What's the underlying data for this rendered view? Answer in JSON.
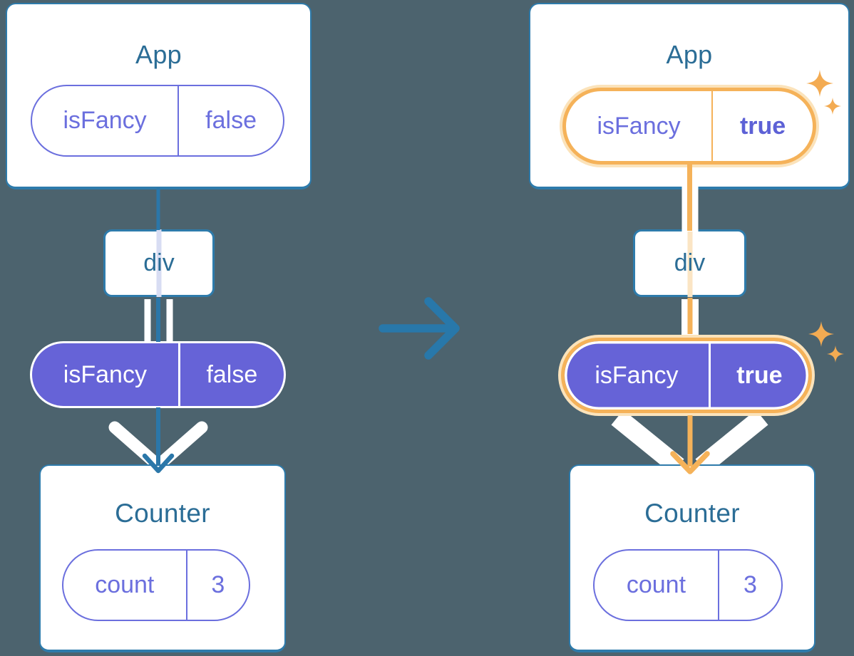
{
  "palette": {
    "background": "#4C636E",
    "teal_accent": "#2B77A9",
    "title_text": "#2B6D96",
    "purple_accent": "#6B6FDE",
    "purple_fill": "#6663D7",
    "orange_highlight": "#F5B259",
    "orange_glow": "#FBE3BB",
    "sparkle": "#F3AB52"
  },
  "icons": {
    "transition": "arrow-right-icon",
    "highlight": "sparkle-icon",
    "flow_arrowhead": "arrowhead-icon"
  },
  "before_tree": {
    "app": {
      "title": "App",
      "prop": {
        "name": "isFancy",
        "value": "false"
      }
    },
    "div_node": {
      "label": "div"
    },
    "passed_prop": {
      "name": "isFancy",
      "value": "false"
    },
    "counter": {
      "title": "Counter",
      "state": {
        "name": "count",
        "value": "3"
      }
    }
  },
  "after_tree": {
    "app": {
      "title": "App",
      "prop": {
        "name": "isFancy",
        "value": "true"
      }
    },
    "div_node": {
      "label": "div"
    },
    "passed_prop": {
      "name": "isFancy",
      "value": "true"
    },
    "counter": {
      "title": "Counter",
      "state": {
        "name": "count",
        "value": "3"
      }
    }
  }
}
